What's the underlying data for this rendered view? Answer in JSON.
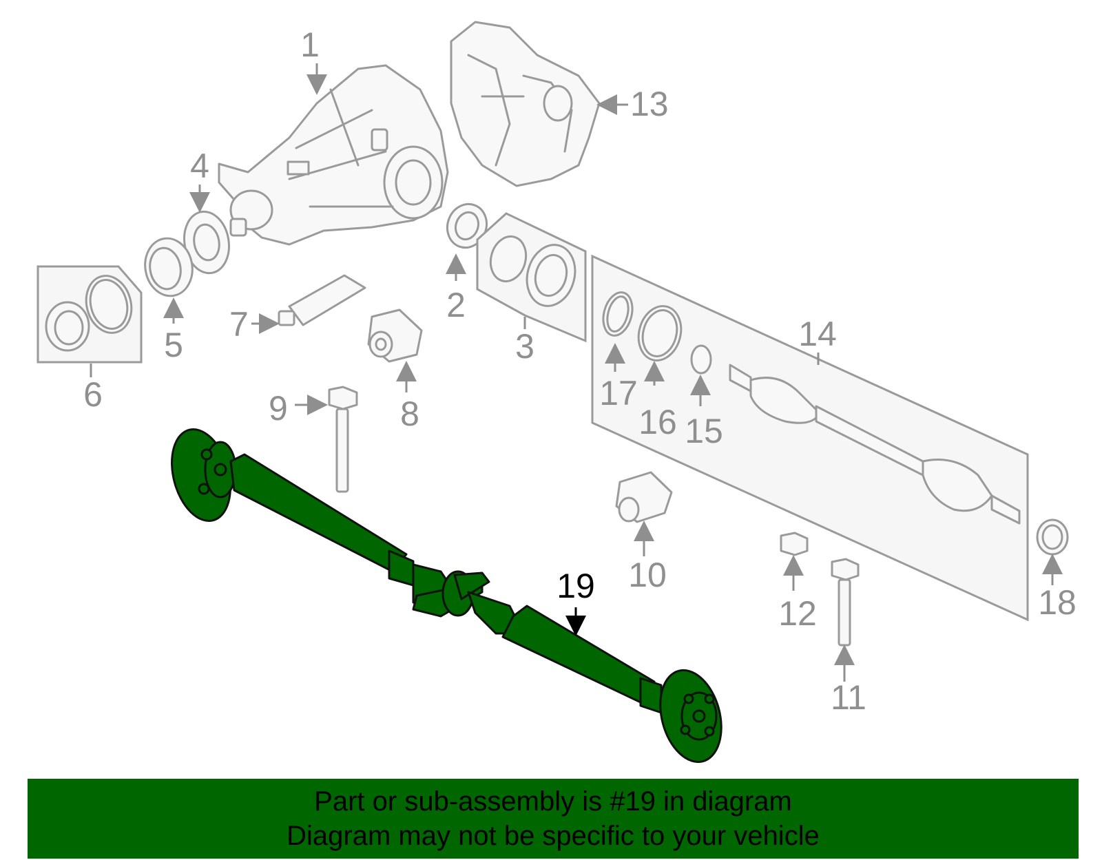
{
  "colors": {
    "highlight": "#006600",
    "part_stroke": "#9a9a9a",
    "callout": "#8f8f8f",
    "banner_bg": "#006600"
  },
  "callouts": [
    {
      "n": "1"
    },
    {
      "n": "2"
    },
    {
      "n": "3"
    },
    {
      "n": "4"
    },
    {
      "n": "5"
    },
    {
      "n": "6"
    },
    {
      "n": "7"
    },
    {
      "n": "8"
    },
    {
      "n": "9"
    },
    {
      "n": "10"
    },
    {
      "n": "11"
    },
    {
      "n": "12"
    },
    {
      "n": "13"
    },
    {
      "n": "14"
    },
    {
      "n": "15"
    },
    {
      "n": "16"
    },
    {
      "n": "17"
    },
    {
      "n": "18"
    },
    {
      "n": "19",
      "highlighted": true
    }
  ],
  "banner": {
    "line1": "Part or sub-assembly is #19 in diagram",
    "line2": "Diagram may not be specific to your vehicle"
  }
}
